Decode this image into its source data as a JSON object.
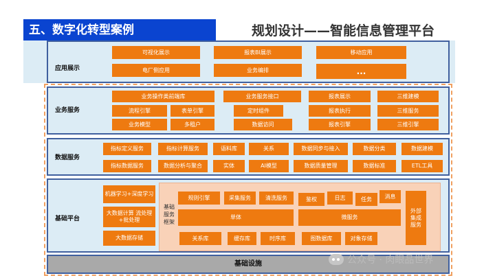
{
  "header": {
    "section_title": "五、数字化转型案例",
    "slide_title": "规划设计——智能信息管理平台"
  },
  "layers": {
    "app": {
      "label": "应用展示",
      "items": [
        "可视化展示",
        "报表BI展示",
        "移动应用",
        "电厂侧应用",
        "业务编排",
        "..."
      ]
    },
    "business": {
      "label": "业务服务",
      "items": [
        "业务操作类前端库",
        "业务服务接口",
        "报表展示",
        "三维建模",
        "流程引擎",
        "表单引擎",
        "定时组件",
        "报表执行",
        "三维服务",
        "业务模型",
        "多租户",
        "数据访问",
        "报表引擎",
        "三维引擎"
      ]
    },
    "data": {
      "label": "数据服务",
      "items": [
        "指标定义服务",
        "指标计算服务",
        "语料库",
        "关系",
        "数据同步与接入",
        "数据分类",
        "数据建模",
        "指标数据服务",
        "数据分析与聚合",
        "实体",
        "AI模型",
        "数据质量管理",
        "数据标准",
        "ETL工具"
      ]
    },
    "base": {
      "label": "基础平台",
      "left_items": [
        "机器学习+深度学习",
        "大数据计算 流处理+批处理",
        "大数据存储"
      ],
      "framework_label": "基础服务框架",
      "framework_items": [
        "规则引擎",
        "采集服务",
        "清洗服务",
        "鉴权",
        "日志",
        "任务",
        "消息",
        "单体",
        "微服务",
        "关系库",
        "缓存库",
        "时序库",
        "图数据库",
        "对象存储"
      ],
      "external_service": "外部集成服务"
    },
    "infra": {
      "label": "基础设施"
    }
  },
  "watermark": "公众号 · 肉眼品世界",
  "colors": {
    "orange": "#ee7a10",
    "header_blue": "#0a44d0",
    "band": "#dcecf5",
    "border": "#3f5f9e"
  }
}
